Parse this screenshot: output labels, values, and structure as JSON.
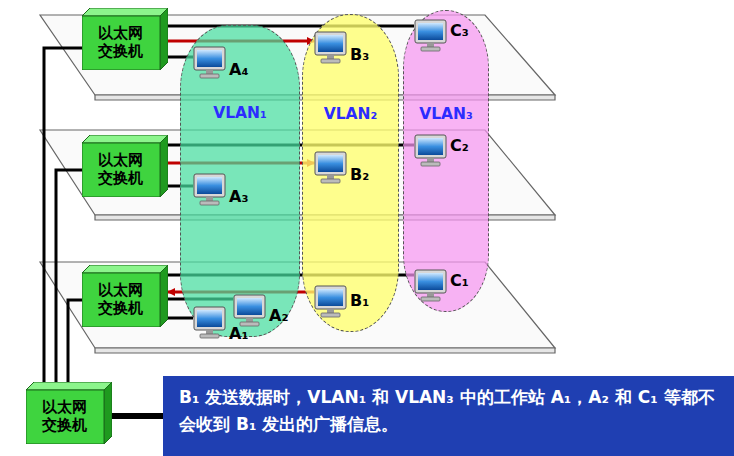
{
  "diagram": {
    "nodes": [
      {
        "text": [
          "VLAN₁"
        ]
      },
      {
        "text": [
          "VLAN₂"
        ]
      },
      {
        "text": [
          "VLAN₃"
        ]
      },
      {
        "text": [
          "A₄"
        ],
        "in": 0
      },
      {
        "text": [
          "B₃"
        ],
        "in": 1
      },
      {
        "text": [
          "C₃"
        ],
        "in": 2
      },
      {
        "text": [
          "A₃"
        ],
        "in": 0
      },
      {
        "text": [
          "B₂"
        ],
        "in": 1
      },
      {
        "text": [
          "C₂"
        ],
        "in": 2
      },
      {
        "text": [
          "A₂"
        ],
        "in": 0
      },
      {
        "text": [
          "A₁"
        ],
        "in": 0
      },
      {
        "text": [
          "B₁"
        ],
        "in": 1
      },
      {
        "text": [
          "C₁"
        ],
        "in": 2
      },
      {
        "text": [
          "以太网 交换机"
        ]
      },
      {
        "text": [
          "以太网 交换机"
        ]
      },
      {
        "text": [
          "以太网 交换机"
        ]
      },
      {
        "text": [
          "以太网 交换机"
        ]
      },
      {
        "text": [
          "B₁ 发送数据时，VLAN₁ 和 VLAN₃ 中的工作站 A₁，A₂ 和 C₁ 等都不会收到 B₁ 发出的广播信息。"
        ]
      }
    ],
    "edges": [
      {
        "from": 13,
        "to": 5,
        "arrow": "none"
      },
      {
        "from": 13,
        "to": 4,
        "arrow": "to"
      },
      {
        "from": 13,
        "to": 3,
        "arrow": "none"
      },
      {
        "from": 14,
        "to": 8,
        "arrow": "none"
      },
      {
        "from": 14,
        "to": 7,
        "arrow": "to"
      },
      {
        "from": 14,
        "to": 6,
        "arrow": "none"
      },
      {
        "from": 15,
        "to": 12,
        "arrow": "none"
      },
      {
        "from": 11,
        "to": 15,
        "arrow": "to"
      },
      {
        "from": 15,
        "to": 9,
        "arrow": "none"
      },
      {
        "from": 15,
        "to": 10,
        "arrow": "none"
      },
      {
        "from": 16,
        "to": 13,
        "arrow": "none"
      },
      {
        "from": 16,
        "to": 14,
        "arrow": "none"
      },
      {
        "from": 16,
        "to": 15,
        "arrow": "none"
      }
    ]
  }
}
